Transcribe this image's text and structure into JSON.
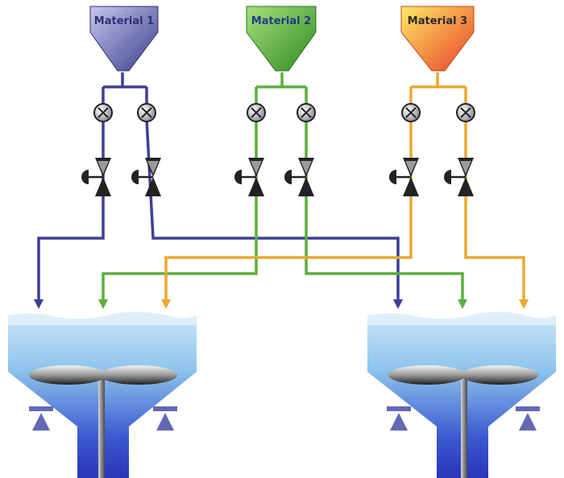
{
  "materials": [
    {
      "label": "Material 1",
      "color": "#3d3f96",
      "gradient": [
        "#c6c8ec",
        "#3a3c8c"
      ],
      "label_color": "#2f3178"
    },
    {
      "label": "Material 2",
      "color": "#5cae3c",
      "gradient": [
        "#a6e07a",
        "#2f8a24"
      ],
      "label_color": "#1f3a8a"
    },
    {
      "label": "Material 3",
      "color": "#eaa830",
      "gradient": [
        "#ffe866",
        "#e8402a"
      ],
      "label_color": "#2a2a2a"
    }
  ],
  "tanks": [
    {
      "name": "tank-left",
      "inlets": 3
    },
    {
      "name": "tank-right",
      "inlets": 3
    }
  ],
  "colors": {
    "water_top": "#cfe8f8",
    "water_mid": "#8cc4ec",
    "tank_deep": "#2a35b8",
    "support": "#6468b4",
    "valve_dark": "#222222"
  }
}
